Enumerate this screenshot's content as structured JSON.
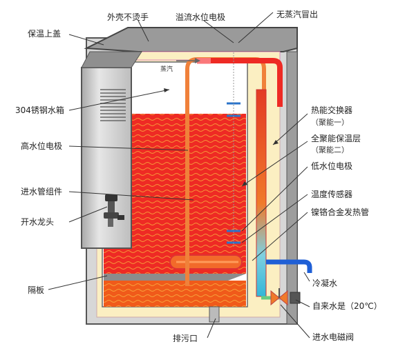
{
  "colors": {
    "water_red": "#ee2a24",
    "water_bottom": "#f05a1a",
    "steel": "#c9c9c9",
    "insulation": "#fbefc2",
    "cold_water": "#1f5fd6",
    "leader": "#333333"
  },
  "icons": {
    "faucet": "faucet-icon",
    "valve": "solenoid-valve-icon"
  },
  "labels": {
    "insulated_lid": "保温上盖",
    "shell_no_burn": "外壳不烫手",
    "overflow_electrode": "溢流水位电极",
    "no_steam": "无蒸汽冒出",
    "steam": "蒸汽",
    "tank_304": "304锈钢水箱",
    "high_electrode": "高水位电极",
    "inlet_pipe": "进水管组件",
    "tap": "开水龙头",
    "partition": "隔板",
    "drain": "排污口",
    "heat_exchanger": "热能交换器",
    "heat_exchanger_sub": "（聚能一）",
    "insulation_layer": "全聚能保温层",
    "insulation_layer_sub": "（聚能二）",
    "low_electrode": "低水位电极",
    "temp_sensor": "温度传感器",
    "heating_tube": "镍铬合金发热管",
    "cold_water": "冷凝水",
    "tap_water": "自来水是（20℃）",
    "solenoid_valve": "进水电磁阀"
  }
}
